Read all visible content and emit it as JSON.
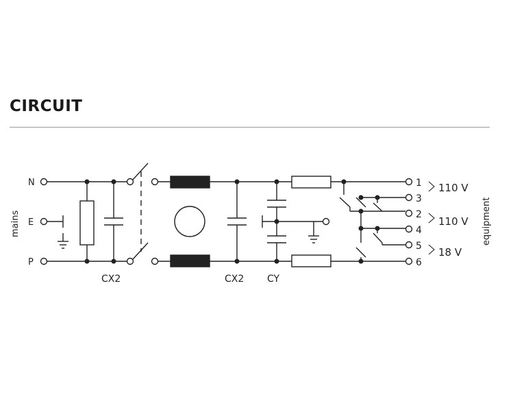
{
  "title": "CIRCUIT",
  "labels": {
    "mains": "mains",
    "equipment": "equipment",
    "input_n": "N",
    "input_e": "E",
    "input_p": "P",
    "cx2_left": "CX2",
    "cx2_mid": "CX2",
    "cy": "CY",
    "out_1": "1",
    "out_3": "3",
    "out_2": "2",
    "out_4": "4",
    "out_5": "5",
    "out_6": "6",
    "v_110_a": "110 V",
    "v_110_b": "110 V",
    "v_18": "18 V"
  }
}
